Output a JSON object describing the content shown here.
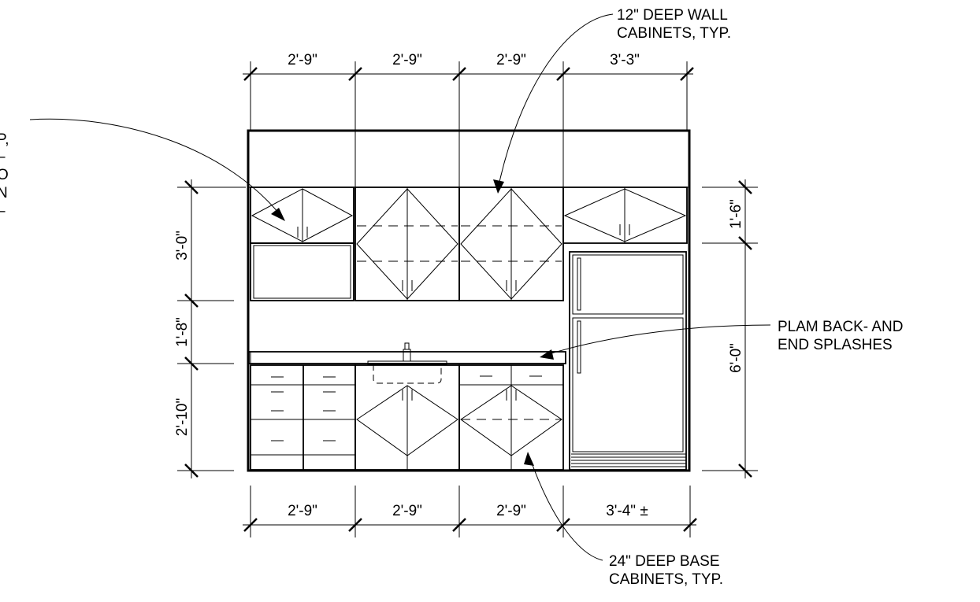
{
  "dimensions": {
    "top": [
      "2'-9\"",
      "2'-9\"",
      "2'-9\"",
      "3'-3\""
    ],
    "bottom": [
      "2'-9\"",
      "2'-9\"",
      "2'-9\"",
      "3'-4\" ±"
    ],
    "left": [
      "3'-0\"",
      "1'-8\"",
      "2'-10\""
    ],
    "right": [
      "1'-6\"",
      "6'-0\""
    ]
  },
  "notes": {
    "wall_cabinets": [
      "12\" DEEP WALL",
      "CABINETS, TYP."
    ],
    "base_cabinets": [
      "24\" DEEP BASE",
      "CABINETS, TYP."
    ],
    "splashes": [
      "PLAM BACK- AND",
      "END SPLASHES"
    ],
    "left_clipped": [
      "P,",
      "–",
      "O",
      "N",
      "–"
    ]
  }
}
